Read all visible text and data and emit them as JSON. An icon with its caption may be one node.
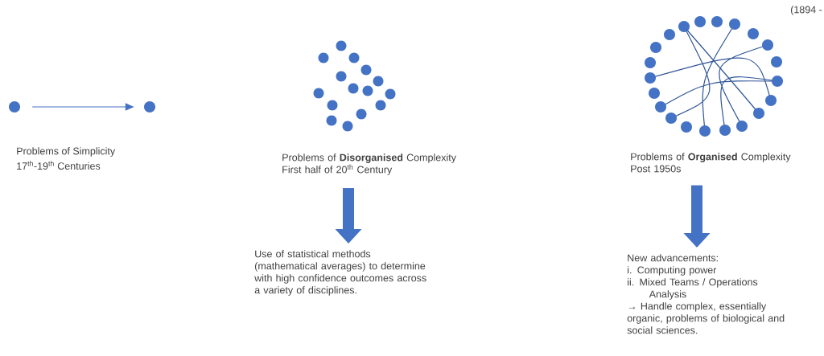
{
  "diagram": {
    "nodes": [
      {
        "text": [],
        "shape": "circle"
      },
      {
        "text": [],
        "shape": "circle"
      },
      {
        "text": [
          "Problems of **Disorganised** Complexity",
          "First half of 20$^{th}$ Century"
        ]
      },
      {
        "text": [
          "Use of statistical methods (mathematical averages) to determine with high confidence outcomes across a variety of disciplines."
        ]
      },
      {
        "text": [
          "Problems of **Organised** Complexity",
          "Post 1950s"
        ]
      },
      {
        "text": [
          "New advancements:",
          "i.    Computing power",
          "ii.   Mixed Teams / Operations Analysis",
          "→ Handle complex, essentially organic, problems of biological and social sciences."
        ]
      }
    ],
    "edges": [
      {
        "from": 0,
        "to": 1,
        "arrow": "to"
      },
      {
        "from": 2,
        "to": 3,
        "arrow": "to"
      },
      {
        "from": 4,
        "to": 5,
        "arrow": "to"
      }
    ],
    "labels": [
      "Problems of Simplicity",
      "17$^{th}$-19$^{th}$ Centuries",
      "(1894 -"
    ]
  }
}
